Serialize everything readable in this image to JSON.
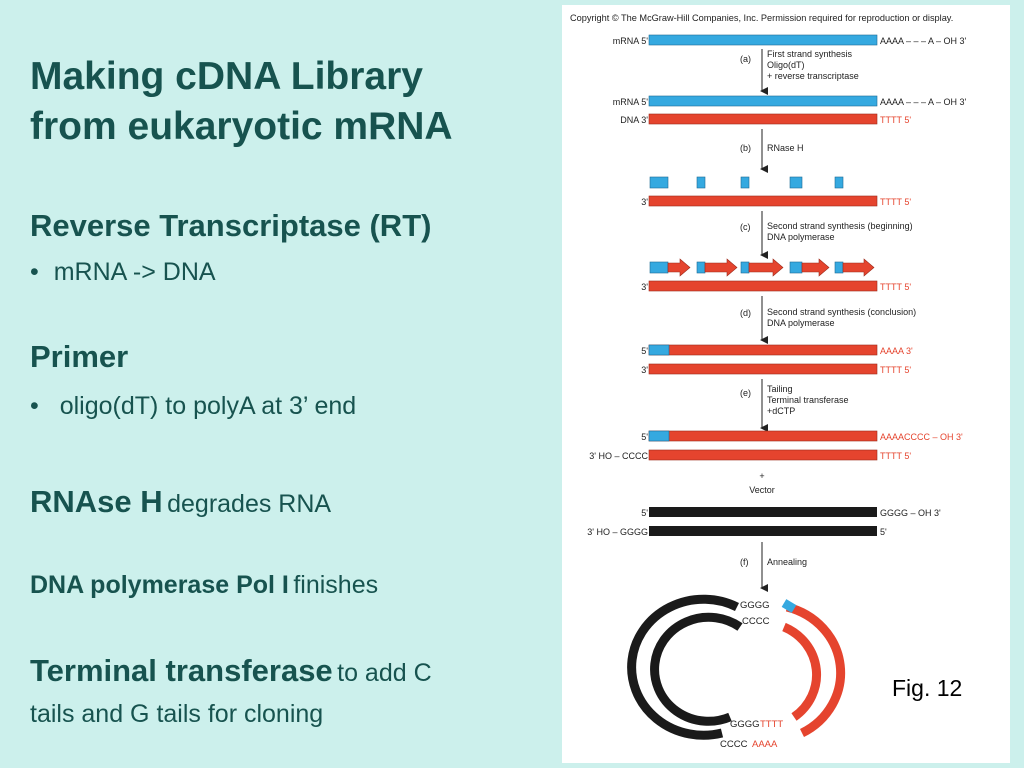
{
  "title": {
    "line1": "Making cDNA Library",
    "line2": "from eukaryotic mRNA"
  },
  "sections": {
    "rt": {
      "heading": "Reverse Transcriptase (RT)",
      "bullet": "•",
      "item": "mRNA -> DNA"
    },
    "primer": {
      "heading": "Primer",
      "bullet": "•",
      "item": "oligo(dT) to polyA at 3’ end"
    },
    "rnase": {
      "bold": "RNAse H",
      "rest": "degrades RNA"
    },
    "pol": {
      "bold": "DNA polymerase Pol I",
      "rest": "finishes"
    },
    "tt": {
      "bold": "Terminal transferase",
      "rest": "to add C",
      "line2": "tails and G tails for cloning"
    }
  },
  "figure": {
    "copyright": "Copyright © The McGraw-Hill Companies, Inc. Permission required for reproduction or display.",
    "labels": {
      "mrna5": "mRNA 5'",
      "polyA_oh": "AAAA – – – A – OH 3'",
      "dna3": "DNA 3'",
      "tttt5": "TTTT 5'",
      "five": "5'",
      "three": "3'",
      "aaaa3": "AAAA 3'",
      "aaaacccc": "AAAACCCC – OH 3'",
      "ho_cccc": "3' HO – CCCC",
      "gggg_oh": "GGGG – OH 3'",
      "ho_gggg": "3' HO – GGGG",
      "plus": "+",
      "vector": "Vector"
    },
    "steps": [
      {
        "letter": "(a)",
        "lines": [
          "First strand synthesis",
          "Oligo(dT)",
          "+ reverse transcriptase"
        ]
      },
      {
        "letter": "(b)",
        "lines": [
          "RNase H"
        ]
      },
      {
        "letter": "(c)",
        "lines": [
          "Second strand synthesis (beginning)",
          "DNA polymerase"
        ]
      },
      {
        "letter": "(d)",
        "lines": [
          "Second strand synthesis (conclusion)",
          "DNA polymerase"
        ]
      },
      {
        "letter": "(e)",
        "lines": [
          "Tailing",
          "Terminal transferase",
          "+dCTP"
        ]
      },
      {
        "letter": "(f)",
        "lines": [
          "Annealing"
        ]
      }
    ],
    "circle": {
      "gggg_top": "GGGG",
      "cccc_top": "CCCC",
      "gggg_bottom": "GGGG",
      "tttt_bottom": "TTTT",
      "cccc_bottom": "CCCC",
      "aaaa_bottom": "AAAA"
    },
    "colors": {
      "rna": "#35a9e0",
      "dna": "#e5442e",
      "vector": "#1a1a1a",
      "text": "#17534f"
    }
  },
  "fig_label": "Fig. 12"
}
